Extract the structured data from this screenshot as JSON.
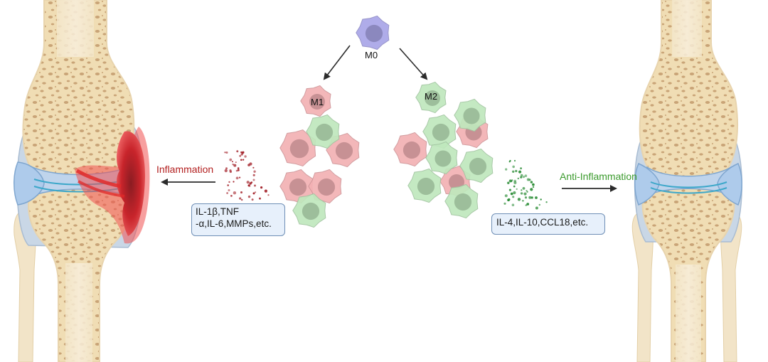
{
  "labels": {
    "m0": "M0",
    "m1": "M1",
    "m2": "M2",
    "inflammation": "Inflammation",
    "anti_inflammation": "Anti-Inflammation"
  },
  "cytokines": {
    "pro_line1": "IL-1β,TNF",
    "pro_line2": "-α,IL-6,MMPs,etc.",
    "anti": "IL-4,IL-10,CCL18,etc."
  },
  "colors": {
    "m0_cell": "#a9a6e8",
    "m1_cell": "#f3b1b4",
    "m2_cell": "#bfe8bd",
    "inflammation_text": "#b32020",
    "anti_inflammation_text": "#3a9a2c",
    "bone": "#f0ddb4",
    "bone_pattern": "#c9a477",
    "cartilage": "#bfd4ec",
    "inflamed_tissue": "#e8323a"
  },
  "icons": {
    "left_joint": "inflamed-knee-joint-icon",
    "right_joint": "healthy-knee-joint-icon",
    "arrows": "arrow-icon"
  }
}
